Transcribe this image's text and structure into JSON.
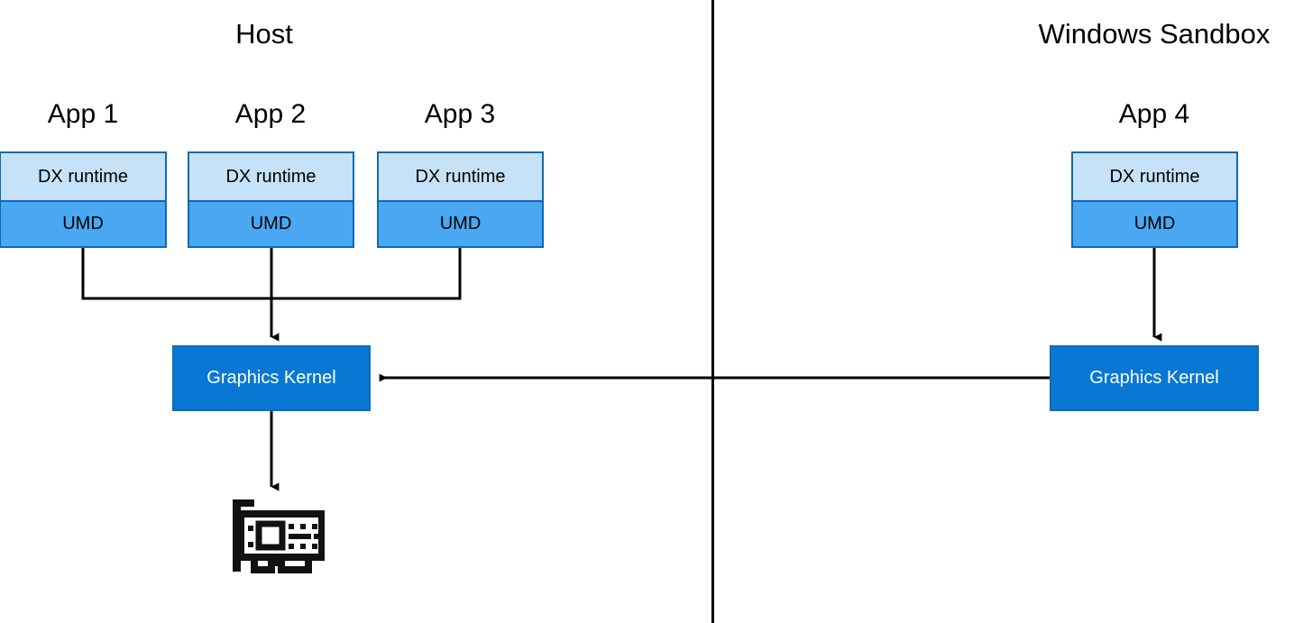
{
  "diagram": {
    "title_host": "Host",
    "title_sandbox": "Windows Sandbox",
    "colors": {
      "dx_runtime_fill": "#c5e2f9",
      "umd_fill": "#4aa7f2",
      "box_border": "#1268b3",
      "graphics_kernel_fill": "#0878d4",
      "graphics_kernel_text": "#ffffff",
      "line": "#000000",
      "background": "#ffffff"
    },
    "layer_labels": {
      "dx_runtime": "DX runtime",
      "umd": "UMD"
    },
    "apps": [
      {
        "label": "App 1",
        "dx_runtime": "DX runtime",
        "umd": "UMD",
        "side": "host"
      },
      {
        "label": "App 2",
        "dx_runtime": "DX runtime",
        "umd": "UMD",
        "side": "host"
      },
      {
        "label": "App 3",
        "dx_runtime": "DX runtime",
        "umd": "UMD",
        "side": "host"
      },
      {
        "label": "App 4",
        "dx_runtime": "DX runtime",
        "umd": "UMD",
        "side": "sandbox"
      }
    ],
    "kernels": [
      {
        "label": "Graphics Kernel",
        "side": "host"
      },
      {
        "label": "Graphics Kernel",
        "side": "sandbox"
      }
    ],
    "hardware": {
      "icon": "gpu-card-icon",
      "label": ""
    },
    "connections": [
      {
        "from": "App 1 UMD",
        "to": "Host Graphics Kernel",
        "arrow": true
      },
      {
        "from": "App 2 UMD",
        "to": "Host Graphics Kernel",
        "arrow": true
      },
      {
        "from": "App 3 UMD",
        "to": "Host Graphics Kernel",
        "arrow": true
      },
      {
        "from": "App 4 UMD",
        "to": "Sandbox Graphics Kernel",
        "arrow": true
      },
      {
        "from": "Sandbox Graphics Kernel",
        "to": "Host Graphics Kernel",
        "arrow": true
      },
      {
        "from": "Host Graphics Kernel",
        "to": "GPU",
        "arrow": true
      }
    ]
  }
}
